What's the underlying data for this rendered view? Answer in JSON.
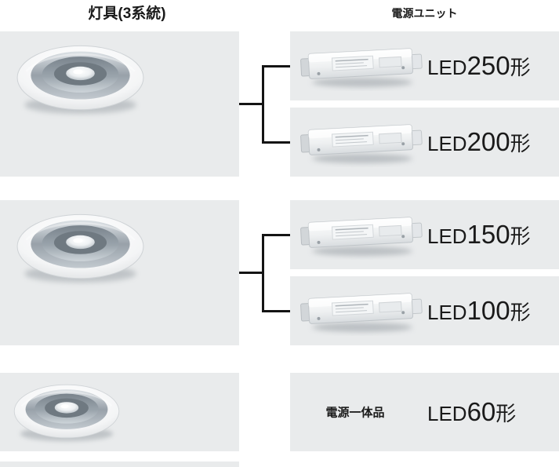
{
  "headers": {
    "fixtures": "灯具(3系統)",
    "power_units": "電源ユニット"
  },
  "rows": [
    {
      "fixture": "recessed-downlight",
      "power_units": [
        {
          "prefix": "LED",
          "number": "250",
          "suffix": "形"
        },
        {
          "prefix": "LED",
          "number": "200",
          "suffix": "形"
        }
      ]
    },
    {
      "fixture": "recessed-downlight",
      "power_units": [
        {
          "prefix": "LED",
          "number": "150",
          "suffix": "形"
        },
        {
          "prefix": "LED",
          "number": "100",
          "suffix": "形"
        }
      ]
    },
    {
      "fixture": "recessed-downlight",
      "integrated_note": "電源一体品",
      "power_units": [
        {
          "prefix": "LED",
          "number": "60",
          "suffix": "形"
        }
      ]
    }
  ],
  "colors": {
    "panel": "#e9ebec",
    "line": "#141414",
    "text": "#1a1a1a"
  }
}
